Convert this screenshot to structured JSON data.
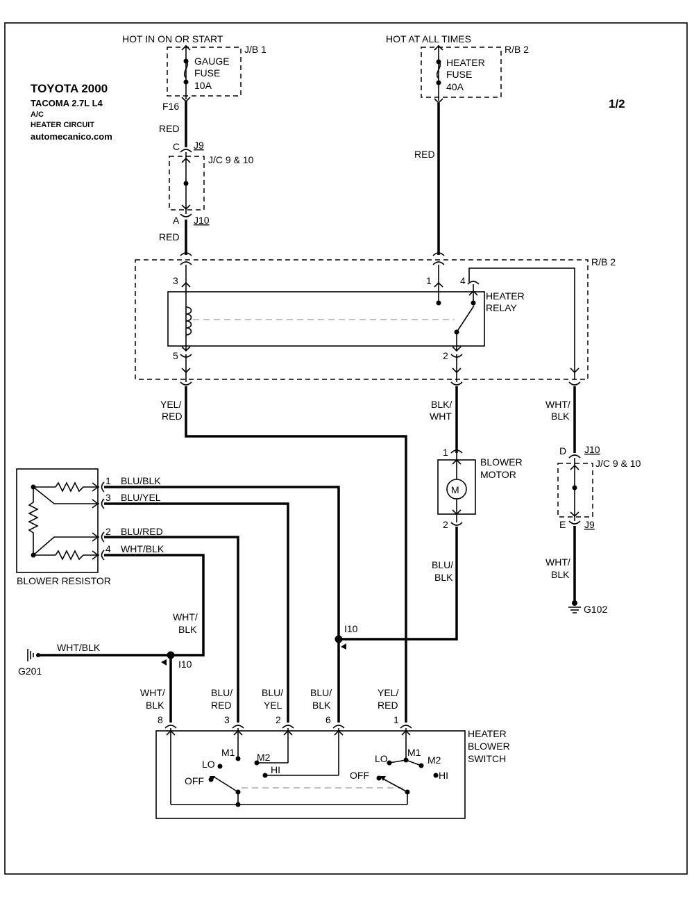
{
  "header": {
    "title": "TOYOTA 2000",
    "model": "TACOMA  2.7L  L4",
    "system": "A/C",
    "circuit": "HEATER CIRCUIT",
    "website": "automecanico.com",
    "page": "1/2"
  },
  "power": {
    "left_label": "HOT IN ON OR START",
    "right_label": "HOT AT ALL TIMES"
  },
  "fuses": {
    "gauge": {
      "box": "J/B 1",
      "line1": "GAUGE",
      "line2": "FUSE",
      "rating": "10A",
      "connector": "F16"
    },
    "heater": {
      "box": "R/B 2",
      "line1": "HEATER",
      "line2": "FUSE",
      "rating": "40A"
    }
  },
  "wires": {
    "red_top_left": "RED",
    "red_mid_left": "RED",
    "red_right": "RED",
    "yel_red_1": "YEL/",
    "yel_red_2": "RED",
    "blk_wht_1": "BLK/",
    "blk_wht_2": "WHT",
    "wht_blk_right_1": "WHT/",
    "wht_blk_right_2": "BLK",
    "wht_blk_lower_1": "WHT/",
    "wht_blk_lower_2": "BLK",
    "blu_blk_motor_1": "BLU/",
    "blu_blk_motor_2": "BLK",
    "wht_blk_resistor_1": "WHT/",
    "wht_blk_resistor_2": "BLK",
    "wht_blk_ground": "WHT/BLK"
  },
  "junction_left": {
    "pin_top": "C",
    "conn_top": "J9",
    "label": "J/C 9 & 10",
    "pin_bottom": "A",
    "conn_bottom": "J10"
  },
  "junction_right": {
    "pin_top": "D",
    "conn_top": "J10",
    "label": "J/C 9 & 10",
    "pin_bottom": "E",
    "conn_bottom": "J9"
  },
  "relay": {
    "box": "R/B 2",
    "line1": "HEATER",
    "line2": "RELAY",
    "pin3": "3",
    "pin1": "1",
    "pin4": "4",
    "pin5": "5",
    "pin2": "2"
  },
  "motor": {
    "line1": "BLOWER",
    "line2": "MOTOR",
    "pin_top": "1",
    "pin_bottom": "2",
    "symbol": "M"
  },
  "resistor": {
    "label": "BLOWER RESISTOR",
    "pins": [
      {
        "pin": "1",
        "wire": "BLU/BLK"
      },
      {
        "pin": "3",
        "wire": "BLU/YEL"
      },
      {
        "pin": "2",
        "wire": "BLU/RED"
      },
      {
        "pin": "4",
        "wire": "WHT/BLK"
      }
    ]
  },
  "splices": {
    "right": "I10",
    "left": "I10"
  },
  "grounds": {
    "g102": "G102",
    "g201": "G201"
  },
  "switch": {
    "line1": "HEATER",
    "line2": "BLOWER",
    "line3": "SWITCH",
    "terminals": [
      {
        "w1": "WHT/",
        "w2": "BLK",
        "pin": "8"
      },
      {
        "w1": "BLU/",
        "w2": "RED",
        "pin": "3"
      },
      {
        "w1": "BLU/",
        "w2": "YEL",
        "pin": "2"
      },
      {
        "w1": "BLU/",
        "w2": "BLK",
        "pin": "6"
      },
      {
        "w1": "YEL/",
        "w2": "RED",
        "pin": "1"
      }
    ],
    "left_positions": {
      "off": "OFF",
      "lo": "LO",
      "m1": "M1",
      "m2": "M2",
      "hi": "HI"
    },
    "right_positions": {
      "off": "OFF",
      "lo": "LO",
      "m1": "M1",
      "m2": "M2",
      "hi": "HI"
    }
  }
}
